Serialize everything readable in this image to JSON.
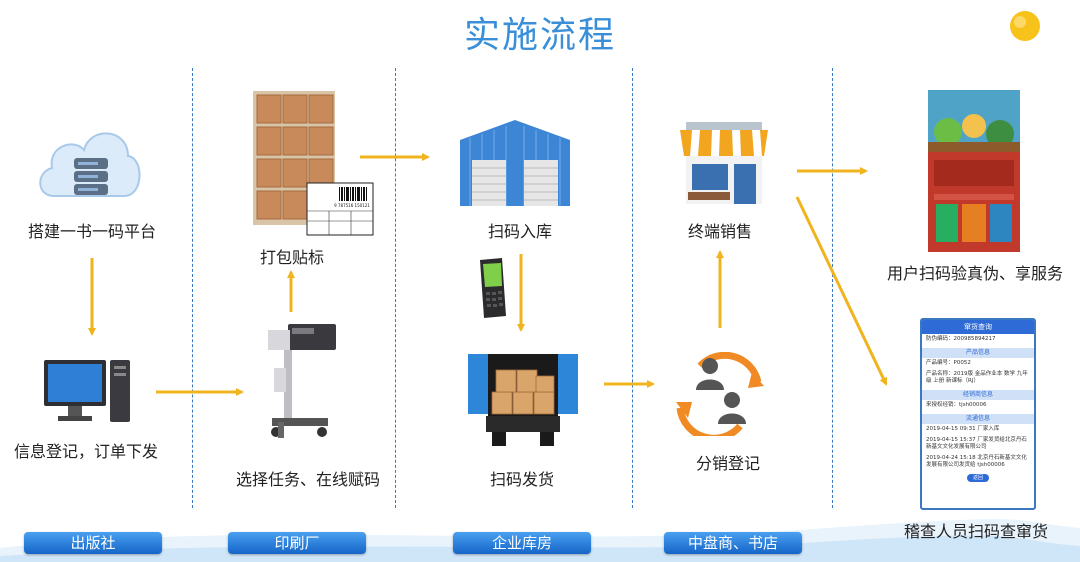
{
  "title": "实施流程",
  "steps": {
    "platform": "搭建一书一码平台",
    "register": "信息登记，订单下发",
    "pack": "打包贴标",
    "encode": "选择任务、在线赋码",
    "inbound": "扫码入库",
    "outbound": "扫码发货",
    "retail": "终端销售",
    "distribution": "分销登记",
    "consumer": "用户扫码验真伪、享服务",
    "inspector": "稽查人员扫码查窜货"
  },
  "stages": [
    "出版社",
    "印刷厂",
    "企业库房",
    "中盘商、书店"
  ],
  "label_sheet": {
    "barcode_digits": "9 787516 150121"
  },
  "phone": {
    "header": "窜货查询",
    "code_label": "防伪编码：",
    "code_value": "200985894217",
    "product_section": "产品信息",
    "product_no_label": "产品编号：",
    "product_no": "P0052",
    "product_name_label": "产品名称：",
    "product_name": "2019版 金品作业本 数学 九年级 上册 新课标（RJ）",
    "dealer_section": "经销商信息",
    "dealer_label": "来授权经销：",
    "dealer_value": "tjsh00006",
    "flow_section": "流通信息",
    "flow": [
      {
        "date": "2019-04-15 09:31",
        "event": "厂家入库"
      },
      {
        "date": "2019-04-15 15:37",
        "event": "厂家发货给北京丹石新基文文化发展有限公司"
      },
      {
        "date": "2019-04-24 15:18",
        "event": "北京丹石新基文文化发展有限公司发货给 tjsh00006"
      }
    ],
    "button": "返回"
  },
  "colors": {
    "arrow": "#f0b41e",
    "title": "#3a8fd8",
    "divider": "#3a78c2",
    "tab": "#1e6fd9"
  }
}
